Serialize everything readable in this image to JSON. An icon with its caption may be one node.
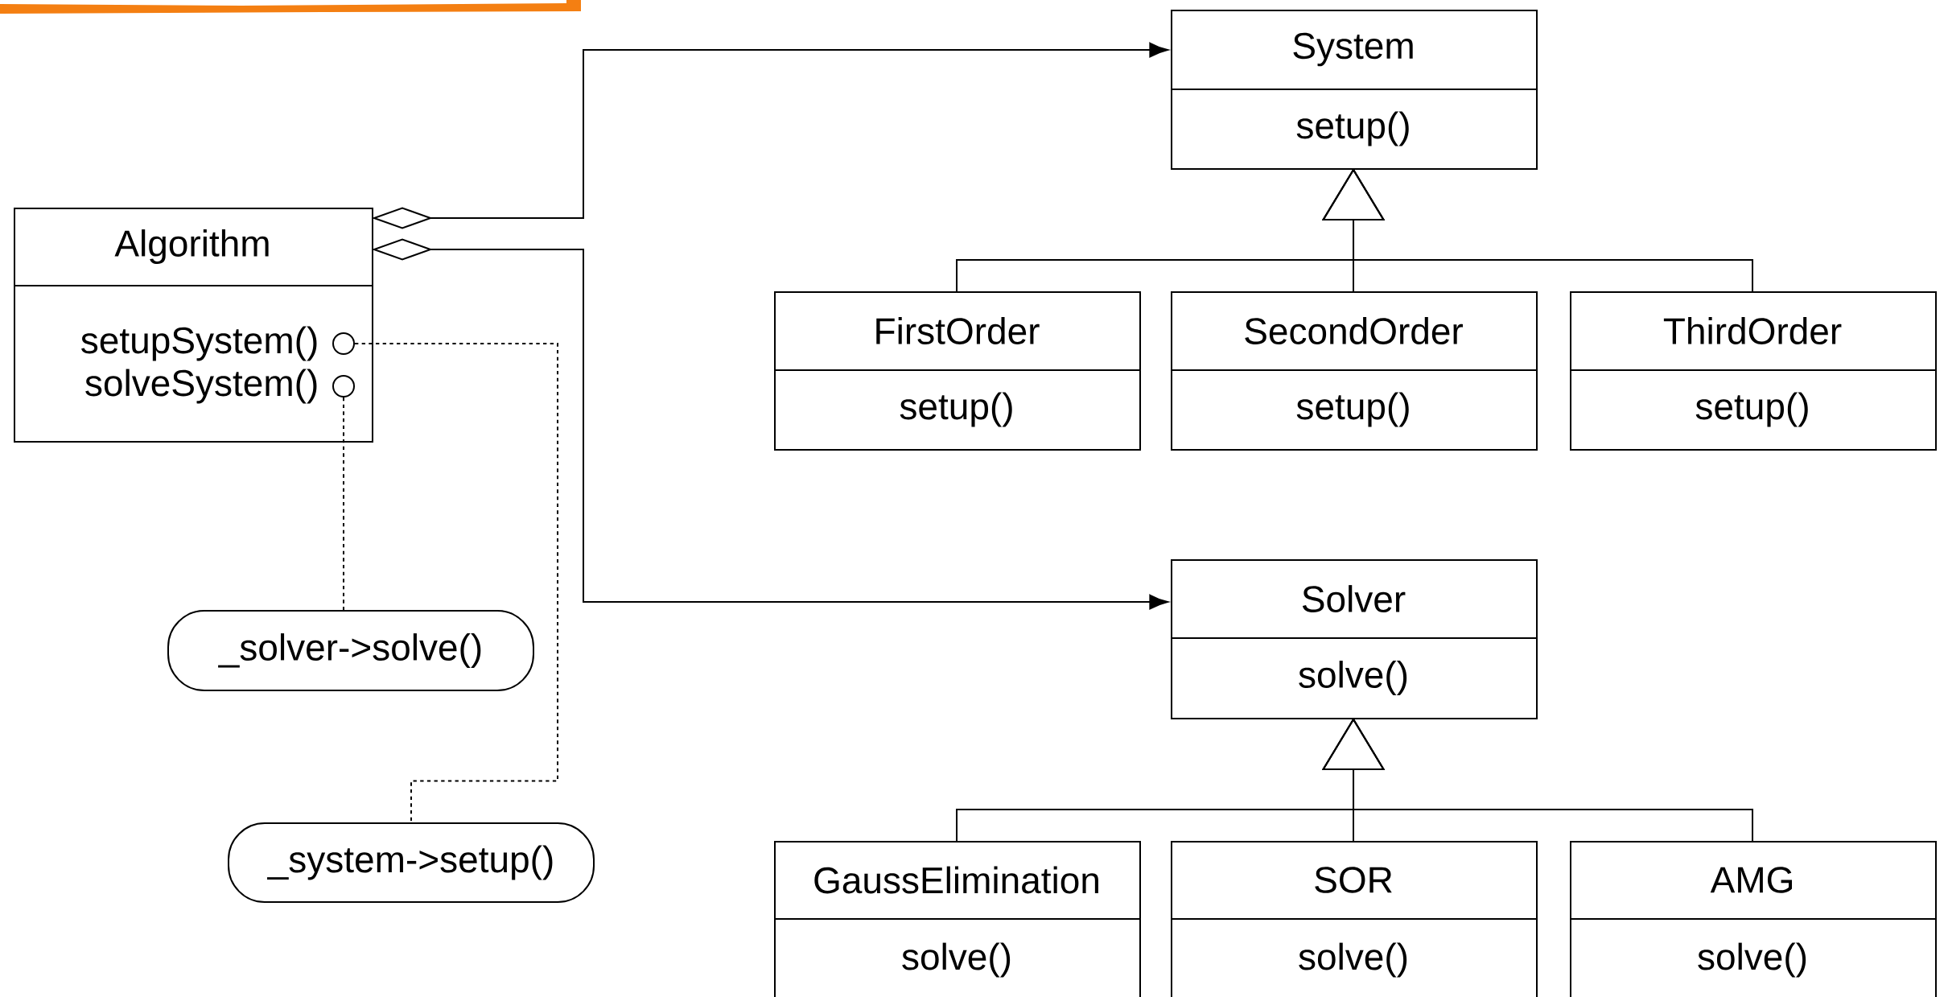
{
  "diagram": {
    "nodes": [
      {
        "text": [
          "Algorithm",
          "setupSystem()",
          "solveSystem()"
        ]
      },
      {
        "text": [],
        "shape": "circle",
        "in": 0
      },
      {
        "text": [],
        "shape": "circle",
        "in": 0
      },
      {
        "text": [
          "System",
          "setup()"
        ]
      },
      {
        "text": [
          "FirstOrder",
          "setup()"
        ]
      },
      {
        "text": [
          "SecondOrder",
          "setup()"
        ]
      },
      {
        "text": [
          "ThirdOrder",
          "setup()"
        ]
      },
      {
        "text": [
          "Solver",
          "solve()"
        ]
      },
      {
        "text": [
          "GaussElimination",
          "solve()"
        ]
      },
      {
        "text": [
          "SOR",
          "solve()"
        ]
      },
      {
        "text": [
          "AMG",
          "solve()"
        ]
      },
      {
        "text": [
          "_solver->solve()"
        ]
      },
      {
        "text": [
          "_system->setup()"
        ]
      }
    ],
    "edges": [
      {
        "from": 0,
        "to": 3,
        "arrow": "to"
      },
      {
        "from": 0,
        "to": 7,
        "arrow": "to"
      },
      {
        "from": 4,
        "to": 3,
        "arrow": "to"
      },
      {
        "from": 5,
        "to": 3,
        "arrow": "to"
      },
      {
        "from": 6,
        "to": 3,
        "arrow": "to"
      },
      {
        "from": 8,
        "to": 7,
        "arrow": "to"
      },
      {
        "from": 9,
        "to": 7,
        "arrow": "to"
      },
      {
        "from": 10,
        "to": 7,
        "arrow": "to"
      },
      {
        "from": 2,
        "to": 11,
        "arrow": "none",
        "style": "dashed"
      },
      {
        "from": 1,
        "to": 12,
        "arrow": "none",
        "style": "dashed"
      }
    ]
  }
}
